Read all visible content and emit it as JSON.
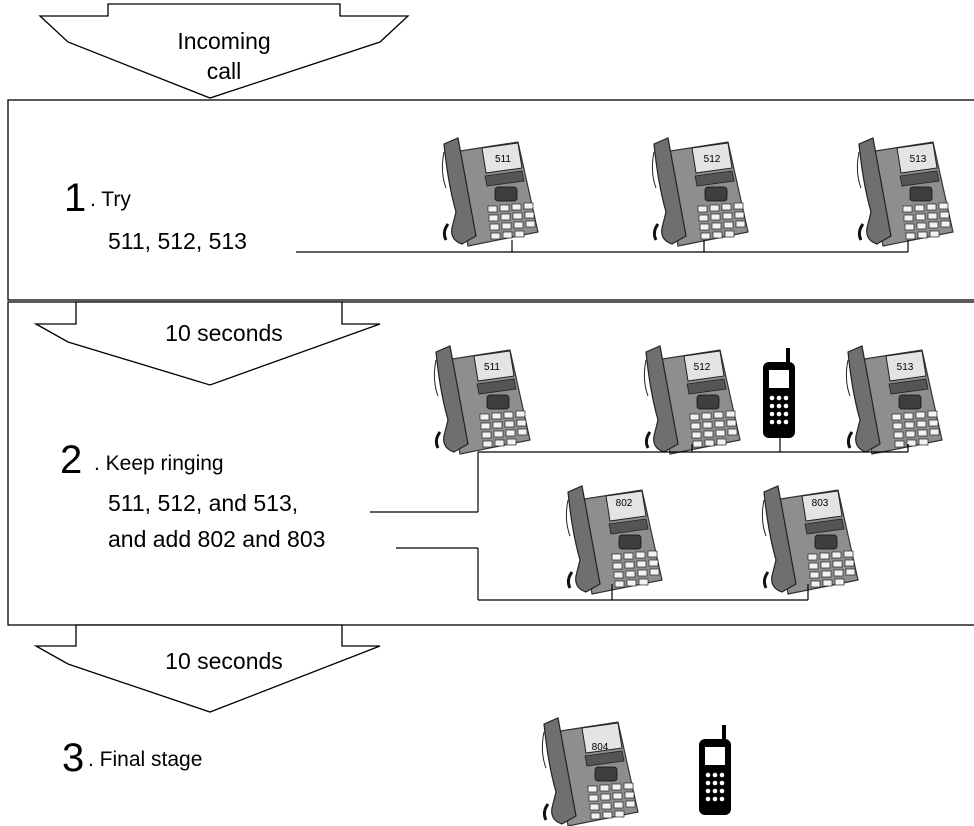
{
  "arrows": {
    "incoming": "Incoming\ncall",
    "delay_1": "10 seconds",
    "delay_2": "10 seconds"
  },
  "stages": [
    {
      "number": "1",
      "title": ". Try",
      "detail": "511, 512, 513",
      "phones": [
        "511",
        "512",
        "513"
      ]
    },
    {
      "number": "2",
      "title": ". Keep ringing",
      "detail_line1": "511, 512, and 513,",
      "detail_line2": "and add 802 and 803",
      "phones_row1": [
        "511",
        "512",
        "513"
      ],
      "phones_row2": [
        "802",
        "803"
      ]
    },
    {
      "number": "3",
      "title": ". Final stage",
      "phones": [
        "804"
      ]
    }
  ],
  "icons": {
    "desk_phone": "desk-phone-icon",
    "mobile_phone": "mobile-phone-icon"
  }
}
